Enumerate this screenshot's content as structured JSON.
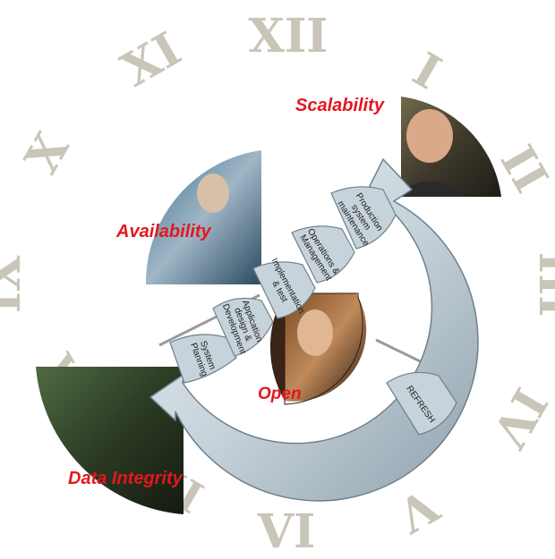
{
  "clock_numerals": {
    "xii": "XII",
    "i": "I",
    "ii": "II",
    "iii": "III",
    "iv": "IV",
    "v": "V",
    "vi": "VI",
    "vii": "VII",
    "viii": "VIII",
    "ix": "IX",
    "x": "X",
    "xi": "XI"
  },
  "features": {
    "scalability": "Scalability",
    "availability": "Availability",
    "open": "Open",
    "data_integrity": "Data Integrity"
  },
  "steps": {
    "system_planning": [
      "System",
      "Planning"
    ],
    "application_design": [
      "Application",
      "design &",
      "Development"
    ],
    "implementation": [
      "Implementation",
      "& test"
    ],
    "operations": [
      "Operations &",
      "Management"
    ],
    "production": [
      "Production",
      "system",
      "maintenance"
    ],
    "refresh": [
      "REFRESH"
    ]
  },
  "colors": {
    "numeral": "#c9c5b8",
    "feature_text": "#e4171e",
    "arrow_fill": "#c7d3db",
    "arrow_edge": "#6f808c"
  }
}
